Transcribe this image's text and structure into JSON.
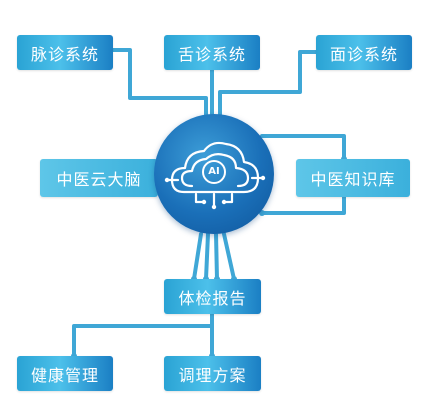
{
  "diagram": {
    "top_nodes": [
      "脉诊系统",
      "舌诊系统",
      "面诊系统"
    ],
    "left_node": "中医云大脑",
    "right_node": "中医知识库",
    "hub_label": "AI",
    "report_node": "体检报告",
    "bottom_nodes": [
      "健康管理",
      "调理方案"
    ]
  },
  "colors": {
    "line": "#3fa7d6",
    "box_start": "#2aa3d4",
    "box_end": "#1b7fc4",
    "hub": "#1a6fb8"
  }
}
